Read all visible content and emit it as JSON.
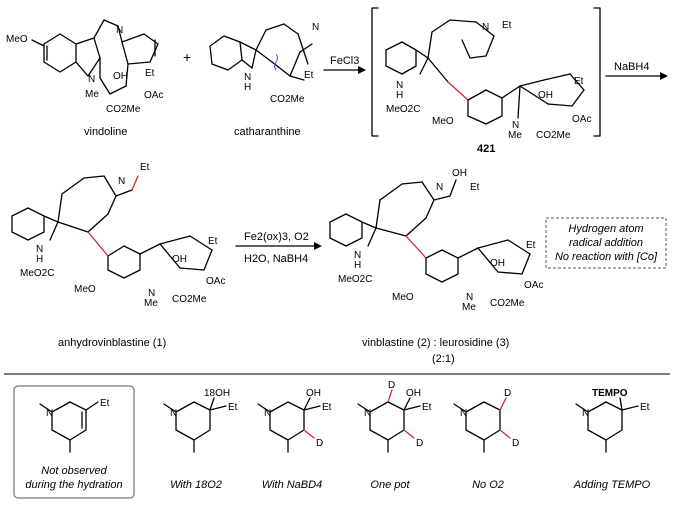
{
  "row1": {
    "vindoline_label": "vindoline",
    "plus": "+",
    "catharanthine_label": "catharanthine",
    "reagent1": "FeCl3",
    "reagent2": "NaBH4",
    "intermediate_label": "421"
  },
  "row2": {
    "reagent_top": "Fe2(ox)3, O2",
    "reagent_bottom": "H2O, NaBH4",
    "starting_label": "anhydrovinblastine (1)",
    "product_label": "vinblastine (2) : leurosidine (3)",
    "ratio": "(2:1)",
    "note_line1": "Hydrogen atom",
    "note_line2": "radical addition",
    "note_line3": "No reaction with [Co]"
  },
  "atoms": {
    "meo": "MeO",
    "oh": "OH",
    "et": "Et",
    "oac": "OAc",
    "co2me": "CO2Me",
    "meo2c": "MeO2C",
    "me": "Me",
    "n": "N",
    "h": "H",
    "d": "D",
    "tempo": "TEMPO",
    "oh18": "18OH"
  },
  "experiments": [
    {
      "caption": "Not observed during the hydration",
      "boxed": true
    },
    {
      "caption": "With 18O2"
    },
    {
      "caption": "With NaBD4"
    },
    {
      "caption": "One pot"
    },
    {
      "caption": "No O2"
    },
    {
      "caption": "Adding TEMPO"
    }
  ],
  "colors": {
    "highlight_bond": "#d8262b",
    "wavy_bond": "#3a55c8",
    "box_border": "#555555"
  }
}
